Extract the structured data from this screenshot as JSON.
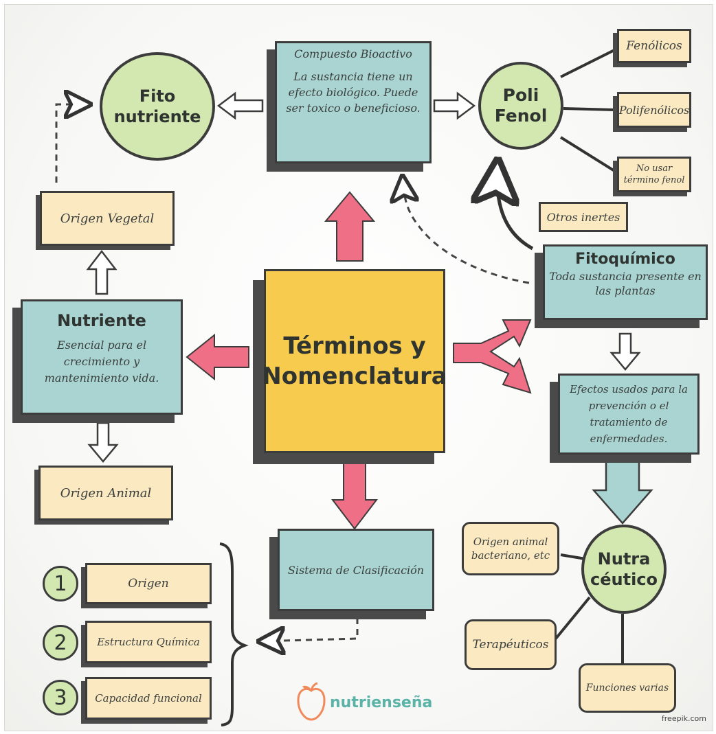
{
  "center": {
    "title": "Términos y Nomenclatura"
  },
  "bioactivo": {
    "title": "Compuesto Bioactivo",
    "body": "La sustancia tiene un efecto biológico. Puede ser toxico o beneficioso."
  },
  "fito_nutriente": {
    "label": "Fito nutriente"
  },
  "polifenol": {
    "label": "Poli Fenol"
  },
  "polifenol_terms": [
    "Fenólicos",
    "Polifenólicos",
    "No usar término fenol"
  ],
  "otros_inertes": "Otros inertes",
  "fitoquimico": {
    "title": "Fitoquímico",
    "body": "Toda sustancia presente en las plantas"
  },
  "efectos": {
    "body": "Efectos usados para la prevención o el tratamiento de enfermedades."
  },
  "nutraceutico": {
    "label": "Nutra céutico"
  },
  "nutraceutico_terms": [
    "Origen animal bacteriano, etc",
    "Terapéuticos",
    "Funciones varias"
  ],
  "origen_vegetal": "Origen Vegetal",
  "nutriente": {
    "title": "Nutriente",
    "body": "Esencial para el crecimiento y mantenimiento vida."
  },
  "origen_animal": "Origen Animal",
  "sistema": "Sistema de Clasificación",
  "clasificacion": [
    {
      "num": "1",
      "label": "Origen"
    },
    {
      "num": "2",
      "label": "Estructura Química"
    },
    {
      "num": "3",
      "label": "Capacidad funcional"
    }
  ],
  "brand": "nutrienseña",
  "credit": "freepik.com",
  "colors": {
    "teal": "#a9d4d2",
    "cream": "#fbe9c2",
    "yellow": "#f7cb4d",
    "green": "#d3e8b0",
    "pink": "#ee6f86",
    "outline": "#3c3c3c"
  }
}
